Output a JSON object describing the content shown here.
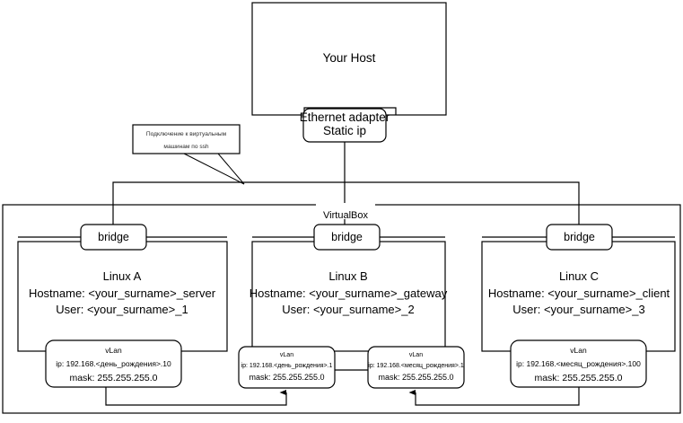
{
  "diagram": {
    "title_host": "Your Host",
    "ethernet_adapter": {
      "line1": "Ethernet adapter",
      "line2": "Static ip"
    },
    "virtualbox_label": "VirtualBox",
    "note": {
      "line1": "Подключение к виртуальным",
      "line2": "машинам по ssh"
    },
    "bridges": [
      {
        "label": "bridge"
      },
      {
        "label": "bridge"
      },
      {
        "label": "bridge"
      }
    ],
    "vms": [
      {
        "name": "Linux A",
        "hostname": "Hostname: <your_surname>_server",
        "user": "User: <your_surname>_1",
        "vlans": [
          {
            "title": "vLan",
            "ip": "ip: 192.168.<день_рождения>.10",
            "mask": "mask: 255.255.255.0"
          }
        ]
      },
      {
        "name": "Linux B",
        "hostname": "Hostname: <your_surname>_gateway",
        "user": "User: <your_surname>_2",
        "vlans": [
          {
            "title": "vLan",
            "ip": "ip: 192.168.<день_рождения>.1",
            "mask": "mask: 255.255.255.0"
          },
          {
            "title": "vLan",
            "ip": "ip: 192.168.<месяц_рождения>.1",
            "mask": "mask: 255.255.255.0"
          }
        ]
      },
      {
        "name": "Linux C",
        "hostname": "Hostname: <your_surname>_client",
        "user": "User: <your_surname>_3",
        "vlans": [
          {
            "title": "vLan",
            "ip": "ip: 192.168.<месяц_рождения>.100",
            "mask": "mask: 255.255.255.0"
          }
        ]
      }
    ],
    "colors": {
      "stroke": "#000000",
      "fill": "#ffffff",
      "note_text": "#2b2b2b"
    }
  }
}
